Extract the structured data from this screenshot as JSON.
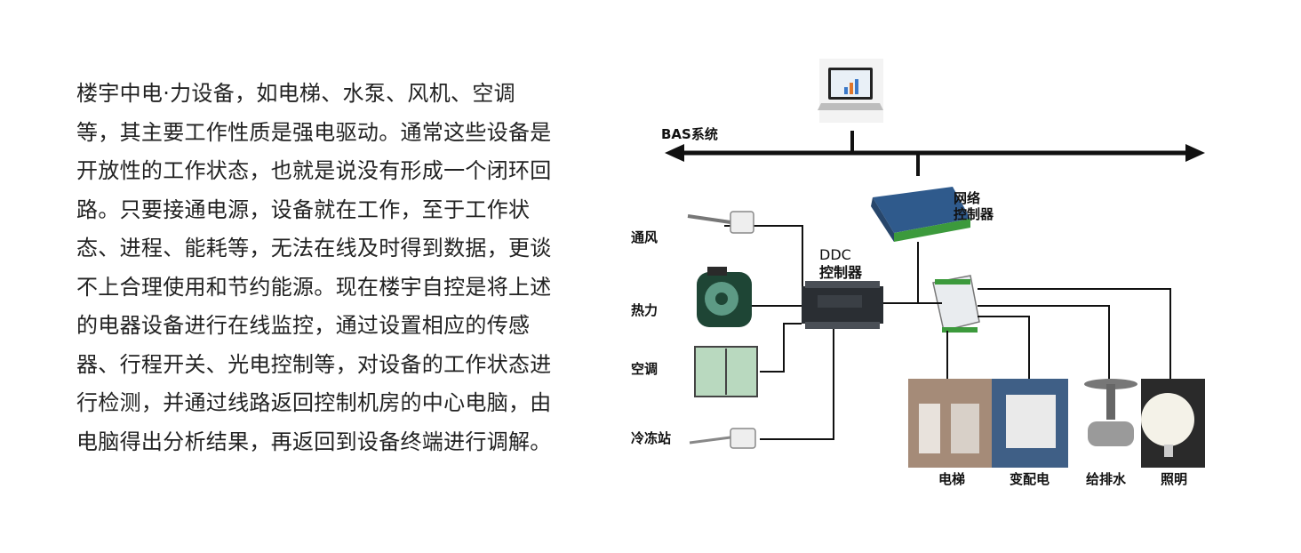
{
  "paragraph": [
    "楼宇中电·力设备，如电梯、水泵、风机、空调",
    "等，其主要工作性质是强电驱动。通常这些设备是",
    "开放性的工作状态，也就是说没有形成一个闭环回",
    "路。只要接通电源，设备就在工作，至于工作状",
    "态、进程、能耗等，无法在线及时得到数据，更谈",
    "不上合理使用和节约能源。现在楼宇自控是将上述",
    "的电器设备进行在线监控，通过设置相应的传感",
    "器、行程开关、光电控制等，对设备的工作状态进",
    "行检测，并通过线路返回控制机房的中心电脑，由",
    "电脑得出分析结果，再返回到设备终端进行调解。"
  ],
  "diagram": {
    "bas_label": "BAS系统",
    "network_controller": [
      "网络",
      "控制器"
    ],
    "ddc_controller": [
      "DDC",
      "控制器"
    ],
    "left_devices": [
      "通风",
      "热力",
      "空调",
      "冷冻站"
    ],
    "bottom_devices": [
      "电梯",
      "变配电",
      "给排水",
      "照明"
    ]
  },
  "colors": {
    "line": "#111111",
    "module_blue": "#2f5a8c",
    "terminal_green": "#3c9a3c"
  }
}
